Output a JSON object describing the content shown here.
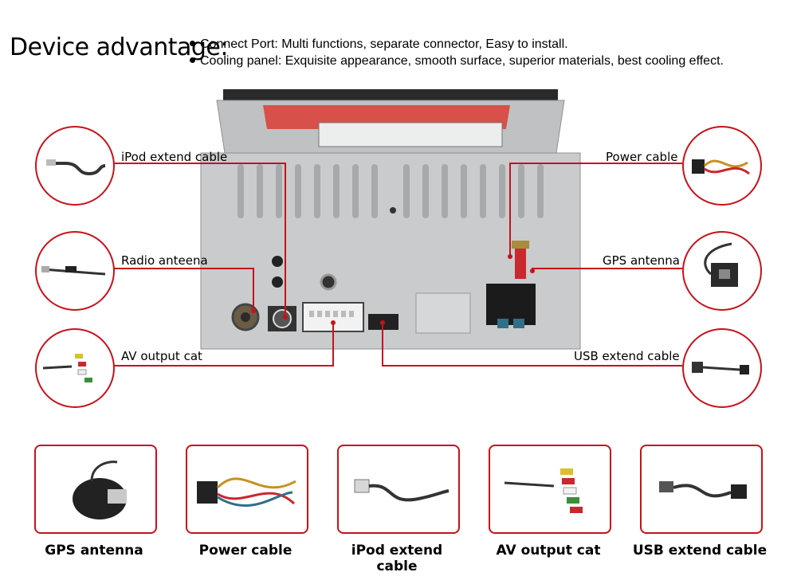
{
  "header": {
    "title": "Device advantage:",
    "advantages": [
      "Connect Port: Multi functions, separate connector, Easy to install.",
      "Cooling panel: Exquisite appearance, smooth surface, superior materials, best cooling effect."
    ]
  },
  "callouts": {
    "left": [
      "iPod extend cable",
      "Radio anteena",
      "AV output cat"
    ],
    "right": [
      "Power cable",
      "GPS antenna",
      "USB extend cable"
    ]
  },
  "accessories": [
    {
      "label": "GPS antenna",
      "icon": "gps-antenna-photo"
    },
    {
      "label": "Power cable",
      "icon": "power-cable-photo"
    },
    {
      "label": "iPod extend cable",
      "icon": "ipod-cable-photo"
    },
    {
      "label": "AV output cat",
      "icon": "av-cable-photo"
    },
    {
      "label": "USB extend cable",
      "icon": "usb-cable-photo"
    }
  ],
  "colors": {
    "accent": "#c8111b",
    "chassis": "#c9cbcc",
    "label_sticker": "#d9443c"
  }
}
